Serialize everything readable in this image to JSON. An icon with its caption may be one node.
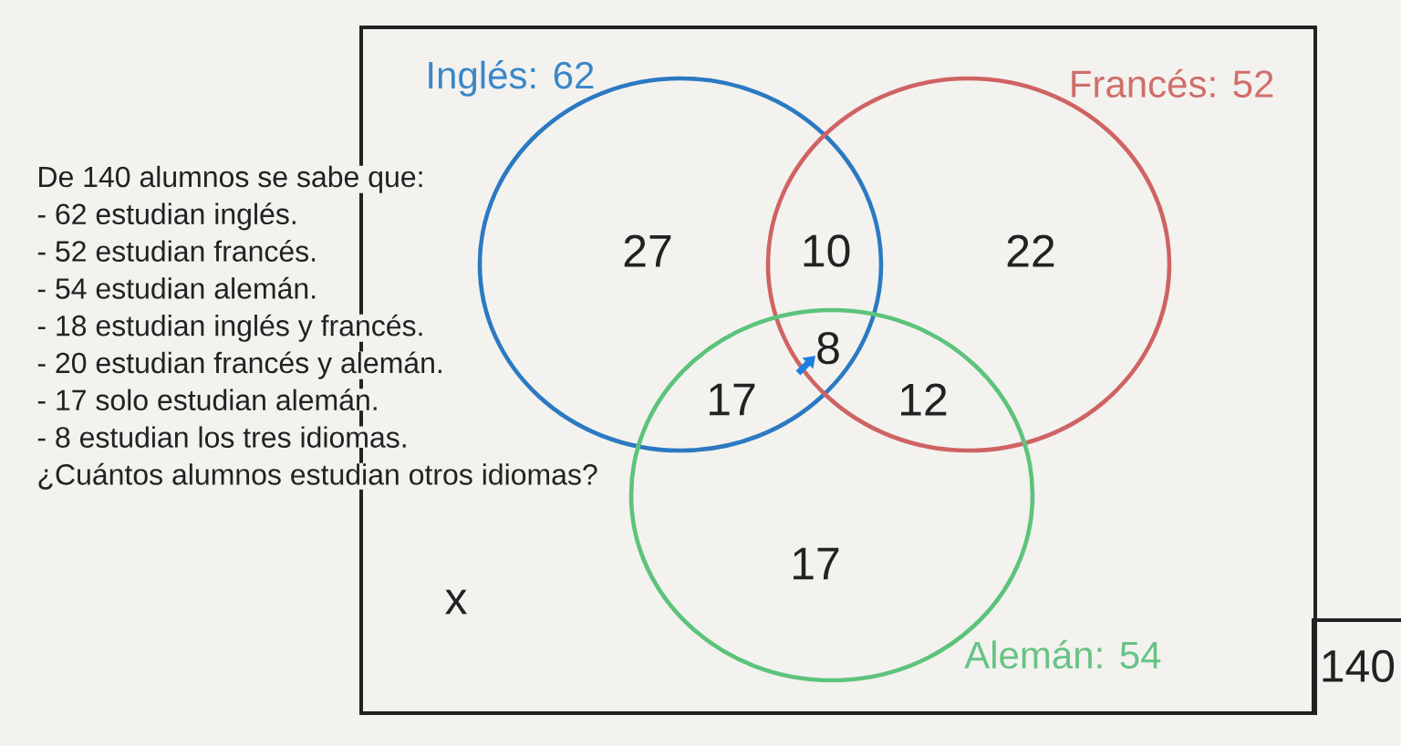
{
  "diagram": {
    "nodes": [
      {
        "text": [],
        "shape": "box"
      },
      {
        "text": [
          "Inglés: 62"
        ],
        "in": 0
      },
      {
        "text": [
          "Francés: 52"
        ],
        "in": 0
      },
      {
        "text": [
          "Alemán: 54"
        ],
        "in": 0
      },
      {
        "text": [
          "140"
        ]
      }
    ],
    "labels": [
      "De 140 alumnos se sabe que:",
      "- 62 estudian inglés.",
      "- 52 estudian francés.",
      "- 54 estudian alemán.",
      "- 18 estudian inglés y francés.",
      "- 20 estudian francés y alemán.",
      "- 17 solo estudian alemán.",
      "- 8 estudian los tres idiomas.",
      "¿Cuántos alumnos estudian otros idiomas?",
      "27",
      "10",
      "22",
      "8",
      "17",
      "12",
      "17",
      "x"
    ]
  }
}
